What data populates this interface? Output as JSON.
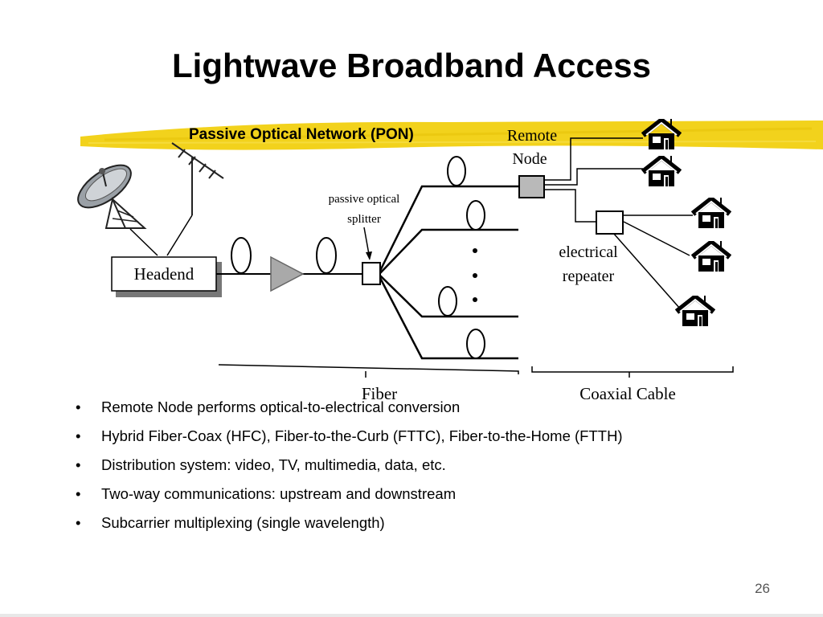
{
  "slide": {
    "title": "Lightwave Broadband Access",
    "page_number": "26"
  },
  "diagram": {
    "pon_label": "Passive Optical Network (PON)",
    "remote_node_label_line1": "Remote",
    "remote_node_label_line2": "Node",
    "headend_label": "Headend",
    "splitter_label_line1": "passive optical",
    "splitter_label_line2": "splitter",
    "repeater_label_line1": "electrical",
    "repeater_label_line2": "repeater",
    "fiber_label": "Fiber",
    "coax_label": "Coaxial Cable",
    "highlight_color": "#f2d21c"
  },
  "bullets": [
    "Remote Node performs optical-to-electrical conversion",
    "Hybrid Fiber-Coax (HFC), Fiber-to-the-Curb (FTTC), Fiber-to-the-Home (FTTH)",
    "Distribution system: video, TV, multimedia, data, etc.",
    "Two-way communications: upstream and downstream",
    "Subcarrier multiplexing (single wavelength)"
  ]
}
